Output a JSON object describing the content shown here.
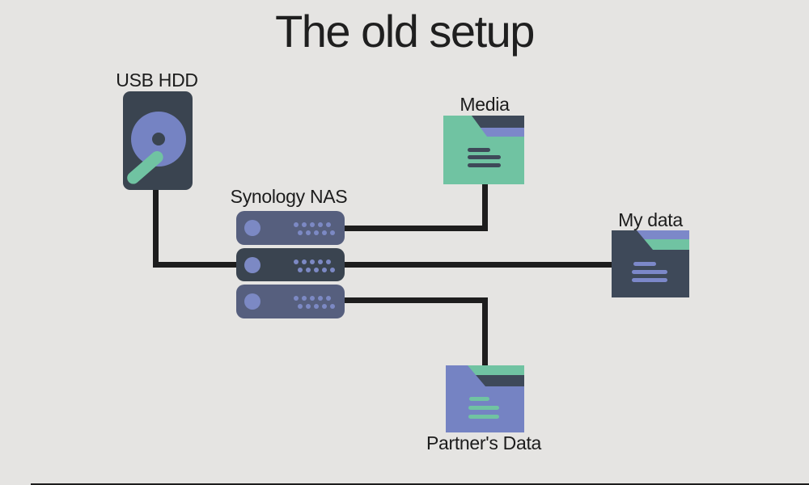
{
  "title": "The old setup",
  "nodes": {
    "usb_hdd": {
      "label": "USB HDD",
      "icon": "hard-drive-icon"
    },
    "nas": {
      "label": "Synology NAS",
      "icon": "server-stack-icon",
      "units": 3
    },
    "media": {
      "label": "Media",
      "icon": "folder-icon"
    },
    "my_data": {
      "label": "My data",
      "icon": "folder-icon"
    },
    "partner_data": {
      "label": "Partner's Data",
      "icon": "folder-icon"
    }
  },
  "edges": [
    {
      "from": "USB HDD",
      "to": "Synology NAS"
    },
    {
      "from": "Synology NAS",
      "to": "Media"
    },
    {
      "from": "Synology NAS",
      "to": "My data"
    },
    {
      "from": "Synology NAS",
      "to": "Partner's Data"
    }
  ],
  "colors": {
    "background": "#e5e4e2",
    "connector": "#1d1d1d",
    "dark_slate": "#3a4450",
    "folder_dark": "#3e4959",
    "nas_light_blue": "#565f7e",
    "periwinkle": "#7583c3",
    "periwinkle_light": "#7c88c9",
    "green": "#70c3a2"
  }
}
